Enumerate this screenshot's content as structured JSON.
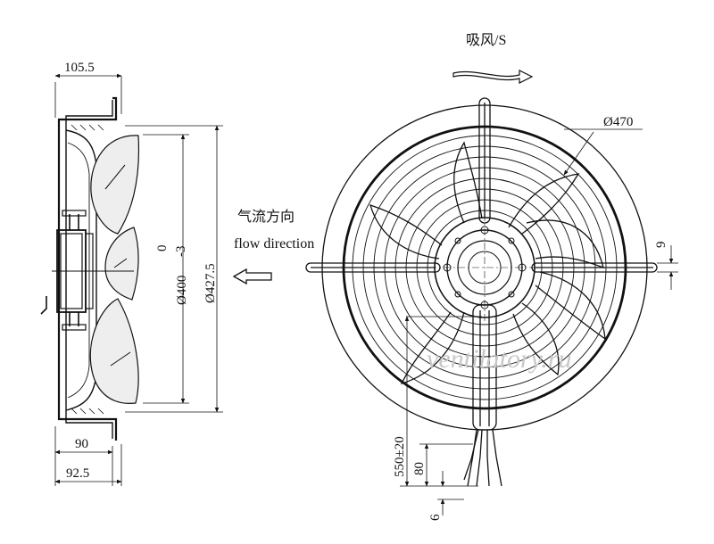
{
  "side_view": {
    "dim_depth_total": "105.5",
    "dim_depth_90": "90",
    "dim_depth_925": "92.5",
    "dim_dia_inner": "Ø400",
    "dim_dia_outer": "Ø427.5",
    "dim_tol_upper": "0",
    "dim_tol_lower": "-3"
  },
  "airflow": {
    "label_cn": "气流方向",
    "label_en": "flow direction"
  },
  "front_view": {
    "intake_label": "吸风/S",
    "dim_guard_dia": "Ø470",
    "dim_slot_width": "9",
    "dim_cable_length": "550±20",
    "dim_strip_80": "80",
    "dim_strip_6": "6"
  },
  "watermark": "ventilatory.ru",
  "colors": {
    "line": "#111111",
    "blade_fill": "#eeeeee",
    "watermark": "#c8c8c8"
  }
}
